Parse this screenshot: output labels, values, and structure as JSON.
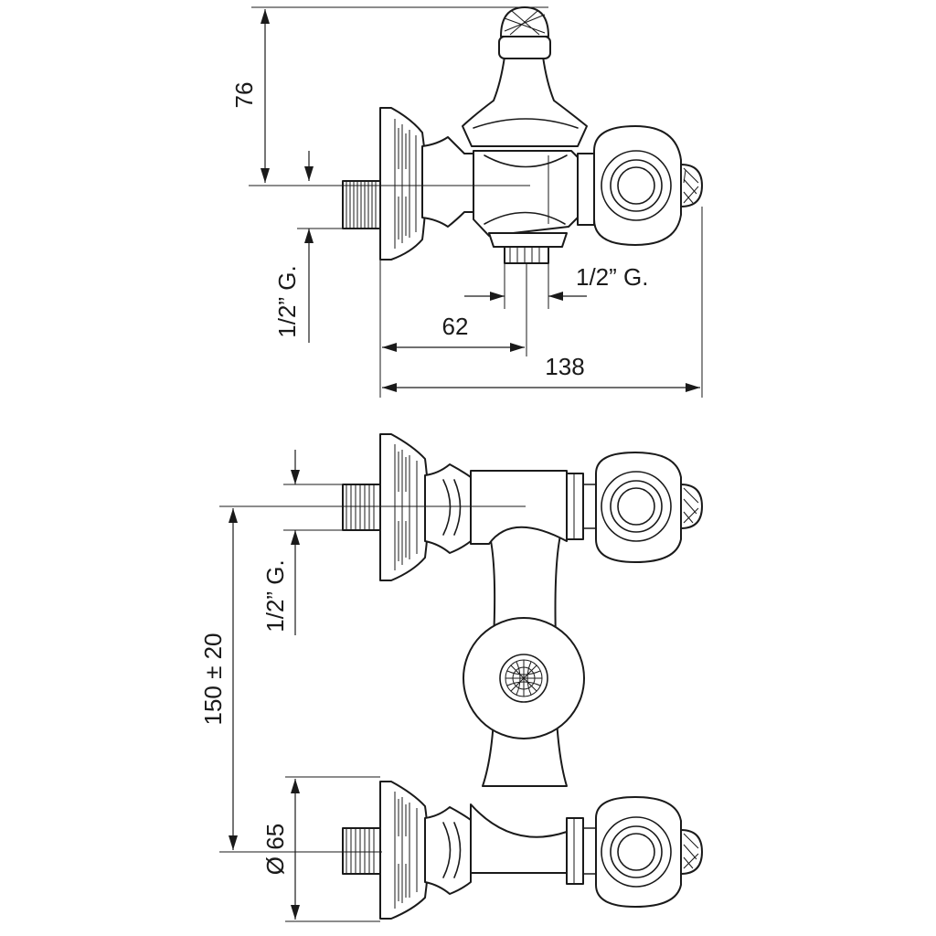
{
  "drawing": {
    "dimensions": {
      "height_top": "76",
      "thread_left_top": "1/2” G.",
      "thread_bottom_outlet": "1/2” G.",
      "offset_outlet": "62",
      "overall_depth": "138",
      "thread_left_front": "1/2” G.",
      "centres": "150 ± 20",
      "flange_diameter": "Ø 65"
    }
  }
}
